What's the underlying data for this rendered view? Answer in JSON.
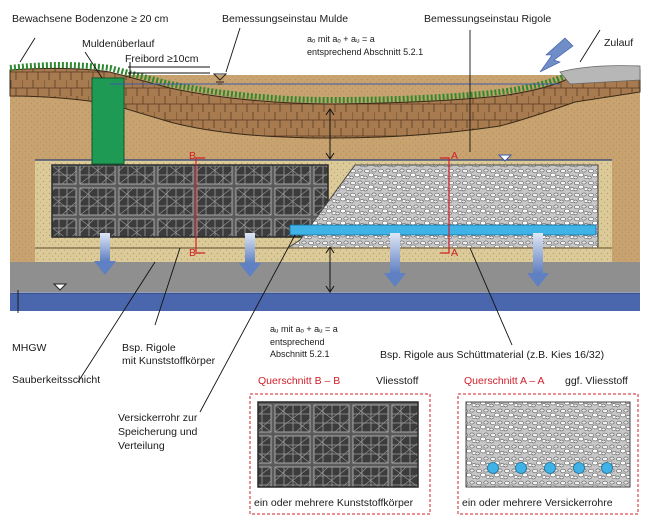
{
  "labels": {
    "planted_zone": "Bewachsene Bodenzone ≥ 20 cm",
    "overflow": "Muldenüberlauf",
    "freeboard": "Freibord ≥10cm",
    "design_level_swale": "Bemessungseinstau Mulde",
    "design_level_trench": "Bemessungseinstau Rigole",
    "inflow": "Zulauf",
    "ao_formula": "aₒ mit aₒ + aᵤ = a",
    "ao_ref": "entsprechend Abschnitt 5.2.1",
    "au_formula": "aᵤ mit aₒ + aᵤ = a",
    "au_ref_1": "entsprechend",
    "au_ref_2": "Abschnitt 5.2.1",
    "mhgw": "MHGW",
    "trench_plastic_1": "Bsp. Rigole",
    "trench_plastic_2": "mit Kunststoffkörper",
    "trench_gravel": "Bsp. Rigole aus Schüttmaterial (z.B. Kies 16/32)",
    "clean_layer": "Sauberkeitsschicht",
    "pipe_1": "Versickerrohr zur",
    "pipe_2": "Speicherung und",
    "pipe_3": "Verteilung",
    "section_bb": "Querschnitt B – B",
    "fleece_bb": "Vliesstoff",
    "section_aa": "Querschnitt A – A",
    "fleece_aa": "ggf. Vliesstoff",
    "caption_bb": "ein oder mehrere Kunststoffkörper",
    "caption_aa": "ein oder mehrere Versickerrohre",
    "mark_b_top": "B",
    "mark_b_bottom": "B",
    "mark_a_top": "A",
    "mark_a_bottom": "A"
  },
  "colors": {
    "topsoil": "#a77a4f",
    "subsoil": "#c9a36f",
    "sand": "#dccb98",
    "base_gray": "#8f8f8f",
    "groundwater": "#4a66ad",
    "overflow_pipe": "#1f9a55",
    "water_pipe": "#3fb3e8",
    "grass": "#2f8a2f",
    "accent_red": "#d0202a",
    "arrow": "#6f8ec8"
  },
  "icons": [
    "water-level-icon",
    "inflow-arrow-icon",
    "infiltration-arrow-icon"
  ]
}
